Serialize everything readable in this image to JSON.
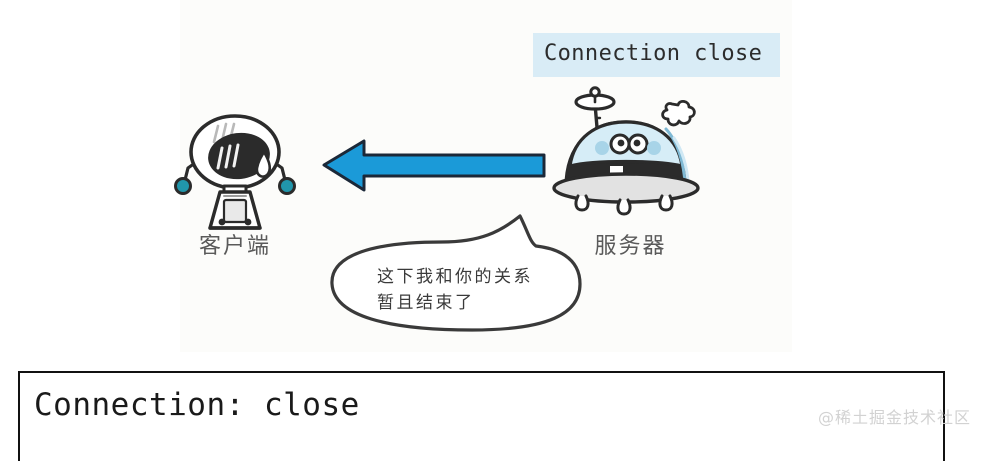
{
  "illustration": {
    "code_label": {
      "text": "Connection close",
      "highlight_color": "#d9ecf6",
      "text_color": "#2c2c2c"
    },
    "arrow": {
      "name": "leftward-arrow",
      "direction": "left",
      "from": "服务器",
      "to": "客户端",
      "fill_color": "#1b9ad8",
      "stroke_color": "#1b2838"
    },
    "client": {
      "label": "客户端",
      "icon": "robot-client-icon",
      "accent_color": "#2196ab"
    },
    "server": {
      "label": "服务器",
      "icon": "ufo-server-icon",
      "dome_color": "#d6edf7",
      "body_color": "#2b2b2b"
    },
    "speech_bubble": {
      "lines": [
        "这下我和你的关系",
        "暂且结束了"
      ],
      "speaker": "客户端",
      "text_color": "#3a3a3a"
    }
  },
  "code_box": {
    "text": "Connection: close",
    "border_color": "#111111",
    "text_color": "#1a1a1a"
  },
  "watermark": {
    "text": "@稀土掘金技术社区",
    "color": "#d2d2d2"
  }
}
